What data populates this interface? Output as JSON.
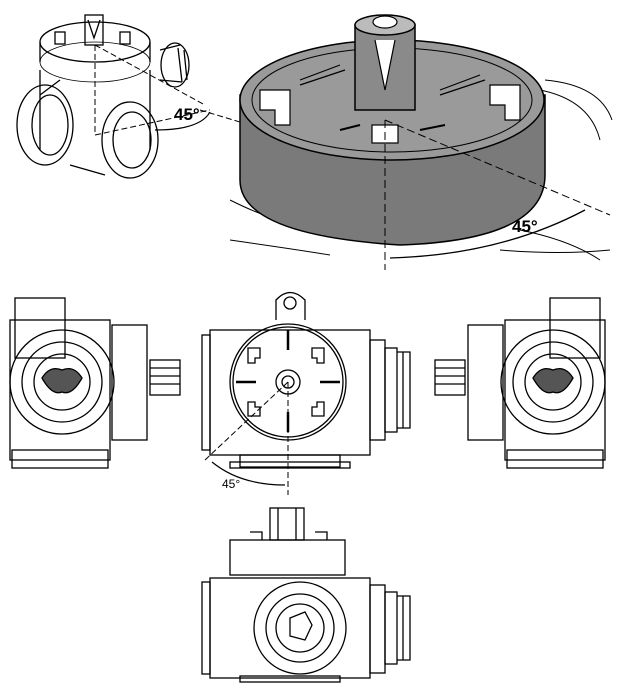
{
  "angle_labels": {
    "top_left": "45°",
    "top_right": "45°",
    "front_view": "45°"
  },
  "colors": {
    "stroke": "#000000",
    "background": "#ffffff",
    "body_gray": "#7a7a7a",
    "face_gray": "#9a9a9a"
  }
}
